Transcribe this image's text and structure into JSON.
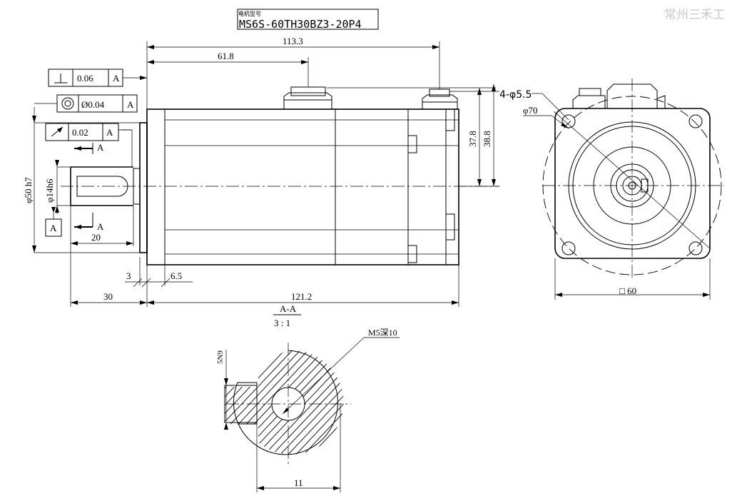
{
  "watermark": "常州三禾工",
  "model": {
    "caption": "电机型号",
    "number": "MS6S-60TH30BZ3-20P4"
  },
  "side_view": {
    "dim_overall_length": "113.3",
    "dim_connector_offset": "61.8",
    "dim_height_1": "37.8",
    "dim_height_2": "38.8",
    "dim_shaft_length": "20",
    "dim_pilot_total": "30",
    "dim_body_length": "121.2",
    "dim_pilot_3": "3",
    "dim_flange_65": "6.5",
    "dia_pilot": "φ50 h7",
    "dia_shaft": "φ14h6",
    "section_marker": "A",
    "datum_label": "A"
  },
  "tolerances": [
    {
      "symbol": "perpendicularity",
      "value": "0.06",
      "datum": "A"
    },
    {
      "symbol": "concentricity",
      "value": "Ø0.04",
      "datum": "A"
    },
    {
      "symbol": "runout",
      "value": "0.02",
      "datum": "A"
    }
  ],
  "front_view": {
    "holes_label": "4-φ5.5",
    "pcd_label": "φ70",
    "square_label": "□ 60"
  },
  "section_view": {
    "title": "A-A",
    "scale": "3 : 1",
    "thread_label": "M5深10",
    "keyway_width": "5N9",
    "keyway_depth": "11"
  }
}
